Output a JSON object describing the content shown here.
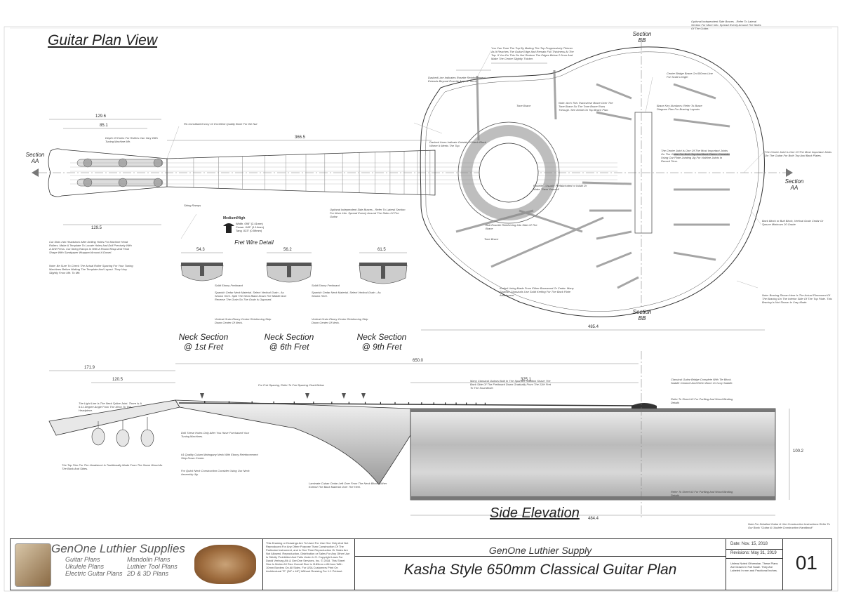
{
  "titles": {
    "plan_view": "Guitar Plan View",
    "side_elevation": "Side Elevation",
    "fret_wire_detail": "Fret Wire Detail",
    "neck_1st": "Neck Section\n@ 1st Fret",
    "neck_6th": "Neck Section\n@ 6th Fret",
    "neck_9th": "Neck Section\n@ 9th Fret",
    "section_aa": "Section\nAA",
    "section_bb": "Section\nBB"
  },
  "fret_wire": {
    "label": "Medium/High",
    "width": "Width .095\" (2.41mm)",
    "crown": "Crown .045\" (1.14mm)",
    "tang": "Tang .023\" (0.59mm)"
  },
  "notes": {
    "headstock_holes": "Cut Slots Into Headstock After Drilling Holes For Machine Head Rollers. Make A Template To Locate Holes And Drill Precisely With A Drill Press. Cut String Ramps In With A Round Rasp And Final Shape With Sandpaper Wrapped Around A Dowel.",
    "roller_spacing": "Note: Be Sure To Check The Actual Roller Spacing For Your Tuning Machines Before Making The Template And Layout. They Vary Slightly From Mfr. To Mfr.",
    "nut_bone": "Re-Constituted Ivory Or Excellent Quality Bone For the Nut",
    "string_ramps": "String Ramps",
    "depth_of_holes": "Depth Of Holes For Rollers Can Vary With Tuning Machine Mfr.",
    "tune_top": "You Can Tune The Top By Making The Top Progressively Thinner As It Reaches The Guitar Edge And Remain Full Thickness At The Top. If You Do This Do Not Reduce The Edges Below 2.2mm And Make The Center Slightly Thicker.",
    "dashed_rosette": "Dashed Line Indicates Rosette Reinforcement Extends Beyond Rosette Approx. 5mm",
    "dashed_upper_transverse": "Dashed Lines Indicate Outside Of Neck Block Where It Meets The Top",
    "optional_independent": "Optional Independent Side Braces - Refer To Lateral Section For More Info. Spread Evenly Around The Sides Of The Guitar.",
    "rosette": "Rosette - Usually Prefabricated or Inlaid Or Make Them Yourself",
    "butt_rosette": "Butt Rosette Reinforcing Into Side Of The Brace",
    "kerfed_lining": "Kerfed Lining Made From Either Basswood Or Cedar. Many Spanish Classicals Use Solid Kerfing For The Back Plate Attachment.",
    "tone_brace": "Tone Brace",
    "tone_brace2": "Tone Brace",
    "center_bridge": "Center Bridge Brace On 650mm Line For Scale Length",
    "note_arch": "Note: Arch This Transverse Brace Over The Tone Brace So The Tone Brace Runs Through. See Detail On Top Brace Plan.",
    "brace_key": "Brace Key Numbers: Refer To Brace Diagram Plan For Bracing Layouts",
    "center_joint": "The Center Joint Is One Of The Most Important Joints On The Guitar For Both Top And Back Plates. Consider Using Our Plate Jointing Jig For Hairline Joints In Record Time.",
    "center_joint2": "The Center Joint Is One Of The Most Important Joints On The Guitar For Both Top And Back Plates.",
    "optional_side": "Optional Independent Side Braces - Refer To Lateral Section For More Info. Spread Evenly Around The Sides Of The Guitar.",
    "back_block": "Back Block or Butt Block, Vertical Grain Cedar Or Spruce Minimum 20 Grade",
    "bracing_shown": "Note: Bracing Shown Here Is The Actual Placement Of The Bracing On The Interior Side Of The Top Plate. This Bracing Is Not Shown In Xray Mode.",
    "solid_fretboard_1": "Solid Ebony Fretboard",
    "spanish_cedar_1": "Spanish Cedar Neck Material. Select Vertical Grain - As Shown Here. Split The Neck Blank Down The Middle And Reverse The Grain So The Grain Is Opposed.",
    "vertical_grain_1": "Vertical Grain Ebony Center Reinforcing Strip Down Center Of Neck.",
    "solid_fretboard_2": "Solid Ebony Fretboard",
    "spanish_cedar_2": "Spanish Cedar Neck Material. Select Vertical Grain - As Shown Here.",
    "vertical_grain_2": "Vertical Grain Ebony Center Reinforcing Strip Down Center Of Neck.",
    "light_line": "The Light Line Is The Neck Splice Joint. There Is A 9.11 Degree Angle From The Neck To The Headpiece.",
    "top_trim": "The Top Trim For The Headstock Is Traditionally Made From The Same Wood As The Back And Sides.",
    "drill_holes": "Drill These Holes Only After You Have Purchased Your Tuning Machines.",
    "mahogany": "#1 Quality Cuban Mahogany Neck With Ebony Reinforcement Strip Down Center.",
    "quick_neck": "For Quick Neck Construction Consider Using Our Neck Assembly Jig.",
    "fret_spacing": "For Fret Spacing, Refer To Fret Spacing Chart Below",
    "many_classical": "Many Classical Guitars Built In The Spanish Tradition Shave The Back Side Of The Fretboard Down Gradually From The 12th Fret To The Soundhole.",
    "compound_bridge": "Classical Guitar Bridge Complete With Tie Block, Saddle Channel And Either Bone Or Ivory Saddle.",
    "refer_sheet3": "Refer To Sheet #3 For Purfling And Wood Binding Details",
    "refer_sheet3_b": "Refer To Sheet #3 For Purfling And Wood Binding Details",
    "laminate_cuban": "Laminate Cuban Cedar Left Over From The Neck Block. Either Extend The Back Material Over The Heel.",
    "note_detailed": "Note For Detailed Guitar & Uke Construction Instructions Refer To Our Book \"Guitar & Ukulele Construction Handbook\""
  },
  "dimensions": {
    "scale_half": "366.5",
    "total_plan": "485.4",
    "side_total": "650.0",
    "side_body": "484.4",
    "sec1_width": "54.3",
    "sec6_width": "56.2",
    "sec9_width": "61.5",
    "head_1": "129.6",
    "head_2": "85.1",
    "head_3": "129.5",
    "side_1": "171.9",
    "side_2": "325.1",
    "side_3": "120.5",
    "body_depth": "100.2"
  },
  "branding": {
    "company": "GenOne Luthier Supplies",
    "col1": [
      "Guitar Plans",
      "Ukulele Plans",
      "Electric Guitar Plans"
    ],
    "col2": [
      "Mandolin Plans",
      "Luthier Tool Plans",
      "2D & 3D Plans"
    ]
  },
  "legal": "This Drawing or Drawings Are To Used For Use One Only And Not Reproduced For Any Other Purpose Than Construction Of The Particular Instrument, and is One Time Reproduction Or Sales Are Not Allowed. Reproduction, Distribution or Sales For Any Other Use Is Strictly Prohibited And Falls Under U.S. Copyright Laws For David Verburg A/k & GenOne Services, Inc. © 2018. This Sheet Size Is Metric A0 Size Overall Size Is 1189mm x 841mm With 10mm Borders On All Sides. For USA Customers Print On Architectural \"E\" (36\" x 48\") Without Resizing For 1:1 Printout.",
  "title_block": {
    "supply": "GenOne Luthier Supply",
    "plan_name": "Kasha Style 650mm Classical Guitar Plan",
    "date": "Date: Nov. 15, 2018",
    "revisions": "Revisions: May 31, 2019",
    "units_note": "Unless Noted Otherwise, These Plans Are Drawn In Full Scale. They Are Labeled In mm and Fractional Inches.",
    "sheet_number": "01"
  }
}
